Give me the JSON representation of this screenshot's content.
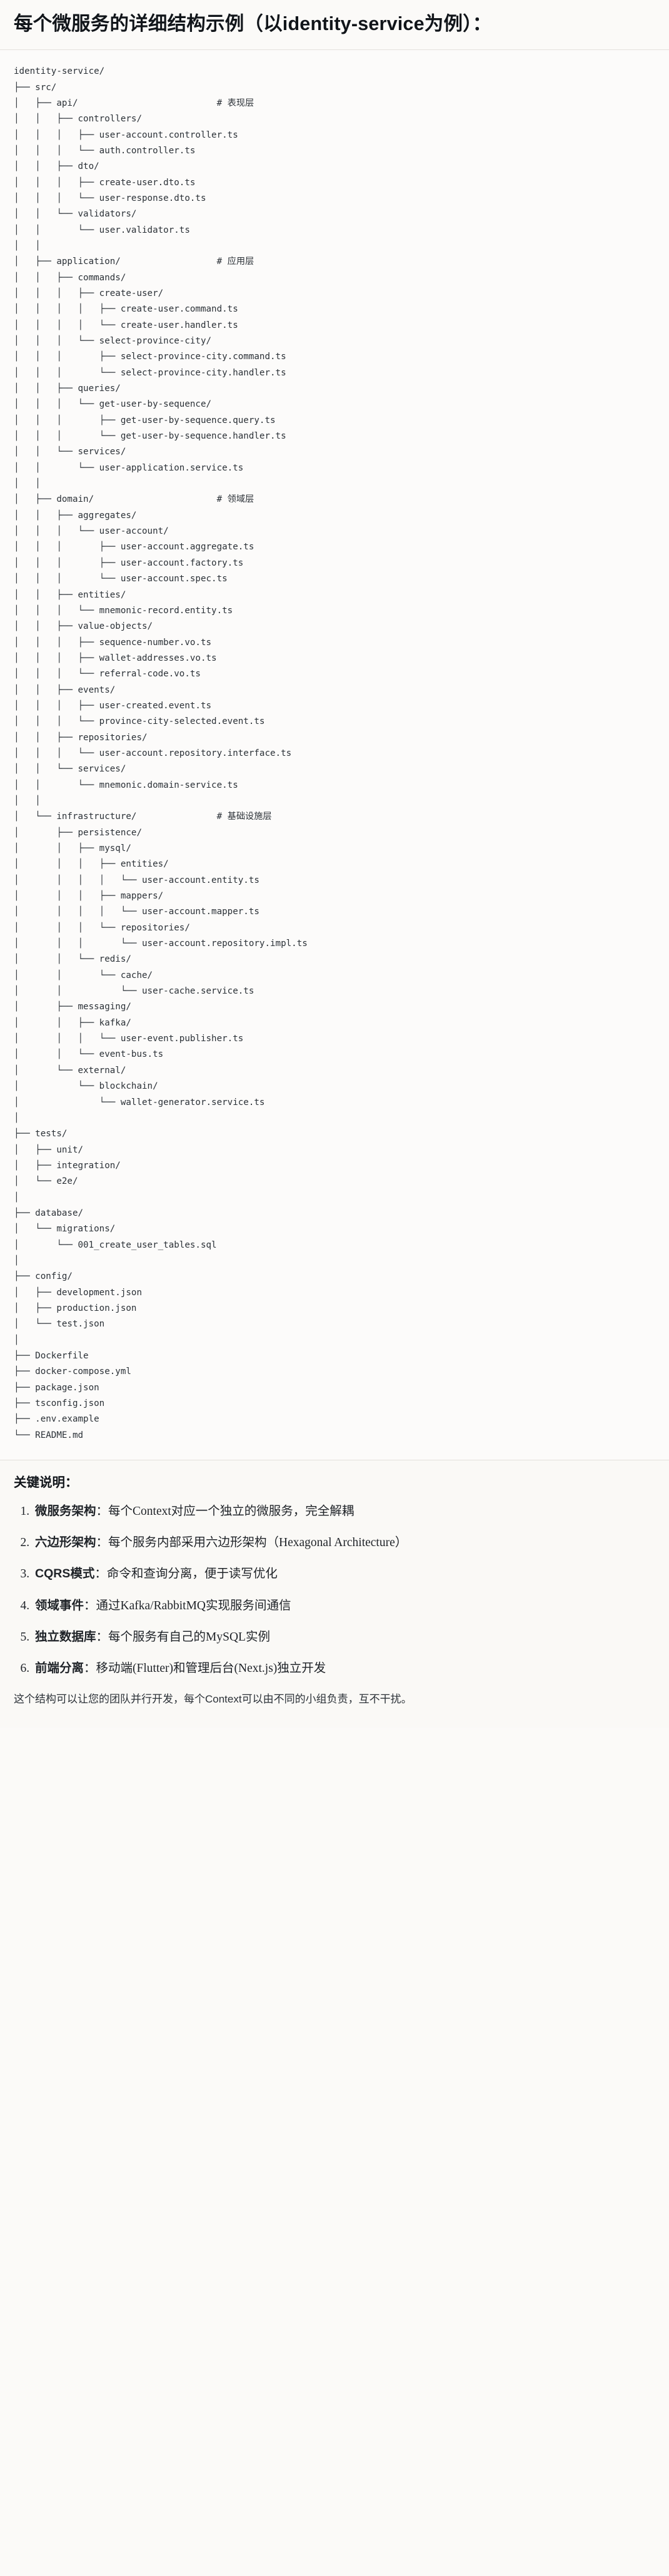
{
  "heading": "每个微服务的详细结构示例（以identity-service为例）：",
  "tree": {
    "root_label": "identity-service/",
    "text": "identity-service/\n├── src/\n│   ├── api/                          # 表现层\n│   │   ├── controllers/\n│   │   │   ├── user-account.controller.ts\n│   │   │   └── auth.controller.ts\n│   │   ├── dto/\n│   │   │   ├── create-user.dto.ts\n│   │   │   └── user-response.dto.ts\n│   │   └── validators/\n│   │       └── user.validator.ts\n│   │\n│   ├── application/                  # 应用层\n│   │   ├── commands/\n│   │   │   ├── create-user/\n│   │   │   │   ├── create-user.command.ts\n│   │   │   │   └── create-user.handler.ts\n│   │   │   └── select-province-city/\n│   │   │       ├── select-province-city.command.ts\n│   │   │       └── select-province-city.handler.ts\n│   │   ├── queries/\n│   │   │   └── get-user-by-sequence/\n│   │   │       ├── get-user-by-sequence.query.ts\n│   │   │       └── get-user-by-sequence.handler.ts\n│   │   └── services/\n│   │       └── user-application.service.ts\n│   │\n│   ├── domain/                       # 领域层\n│   │   ├── aggregates/\n│   │   │   └── user-account/\n│   │   │       ├── user-account.aggregate.ts\n│   │   │       ├── user-account.factory.ts\n│   │   │       └── user-account.spec.ts\n│   │   ├── entities/\n│   │   │   └── mnemonic-record.entity.ts\n│   │   ├── value-objects/\n│   │   │   ├── sequence-number.vo.ts\n│   │   │   ├── wallet-addresses.vo.ts\n│   │   │   └── referral-code.vo.ts\n│   │   ├── events/\n│   │   │   ├── user-created.event.ts\n│   │   │   └── province-city-selected.event.ts\n│   │   ├── repositories/\n│   │   │   └── user-account.repository.interface.ts\n│   │   └── services/\n│   │       └── mnemonic.domain-service.ts\n│   │\n│   └── infrastructure/               # 基础设施层\n│       ├── persistence/\n│       │   ├── mysql/\n│       │   │   ├── entities/\n│       │   │   │   └── user-account.entity.ts\n│       │   │   ├── mappers/\n│       │   │   │   └── user-account.mapper.ts\n│       │   │   └── repositories/\n│       │   │       └── user-account.repository.impl.ts\n│       │   └── redis/\n│       │       └── cache/\n│       │           └── user-cache.service.ts\n│       ├── messaging/\n│       │   ├── kafka/\n│       │   │   └── user-event.publisher.ts\n│       │   └── event-bus.ts\n│       └── external/\n│           └── blockchain/\n│               └── wallet-generator.service.ts\n│\n├── tests/\n│   ├── unit/\n│   ├── integration/\n│   └── e2e/\n│\n├── database/\n│   └── migrations/\n│       └── 001_create_user_tables.sql\n│\n├── config/\n│   ├── development.json\n│   ├── production.json\n│   └── test.json\n│\n├── Dockerfile\n├── docker-compose.yml\n├── package.json\n├── tsconfig.json\n├── .env.example\n└── README.md",
    "layer_comments": [
      {
        "line": "api/",
        "comment": "# 表现层"
      },
      {
        "line": "application/",
        "comment": "# 应用层"
      },
      {
        "line": "domain/",
        "comment": "# 领域层"
      },
      {
        "line": "infrastructure/",
        "comment": "# 基础设施层"
      }
    ]
  },
  "notes": {
    "title": "关键说明：",
    "items": [
      {
        "term": "微服务架构",
        "sep": "：",
        "desc": "每个Context对应一个独立的微服务，完全解耦"
      },
      {
        "term": "六边形架构",
        "sep": "：",
        "desc": "每个服务内部采用六边形架构（Hexagonal Architecture）"
      },
      {
        "term": "CQRS模式",
        "sep": "：",
        "desc": "命令和查询分离，便于读写优化"
      },
      {
        "term": "领域事件",
        "sep": "：",
        "desc": "通过Kafka/RabbitMQ实现服务间通信"
      },
      {
        "term": "独立数据库",
        "sep": "：",
        "desc": "每个服务有自己的MySQL实例"
      },
      {
        "term": "前端分离",
        "sep": "：",
        "desc": "移动端(Flutter)和管理后台(Next.js)独立开发"
      }
    ],
    "closing": "这个结构可以让您的团队并行开发，每个Context可以由不同的小组负责，互不干扰。"
  },
  "colors": {
    "page_background": "#fbfaf8",
    "heading_text": "#11151a",
    "body_text": "#2b3137",
    "rule": "#e3e0dc"
  }
}
